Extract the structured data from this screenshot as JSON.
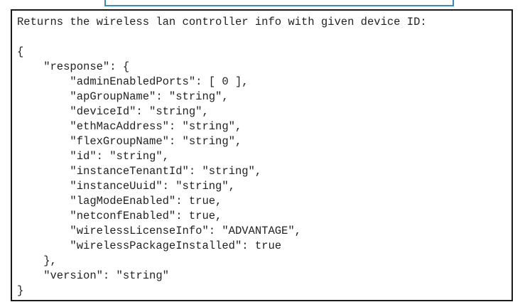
{
  "document": {
    "lines": [
      "Returns the wireless lan controller info with given device ID:",
      "",
      "{",
      "    \"response\": {",
      "        \"adminEnabledPorts\": [ 0 ],",
      "        \"apGroupName\": \"string\",",
      "        \"deviceId\": \"string\",",
      "        \"ethMacAddress\": \"string\",",
      "        \"flexGroupName\": \"string\",",
      "        \"id\": \"string\",",
      "        \"instanceTenantId\": \"string\",",
      "        \"instanceUuid\": \"string\",",
      "        \"lagModeEnabled\": true,",
      "        \"netconfEnabled\": true,",
      "        \"wirelessLicenseInfo\": \"ADVANTAGE\",",
      "        \"wirelessPackageInstalled\": true",
      "    },",
      "    \"version\": \"string\"",
      "}"
    ]
  },
  "colors": {
    "accent_border": "#3b8bb6",
    "box_border": "#1a1a1a",
    "text": "#222222"
  }
}
